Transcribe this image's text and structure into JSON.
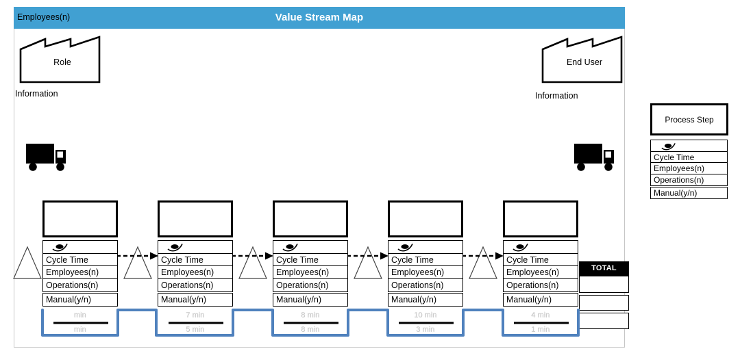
{
  "header": {
    "left_label": "Employees(n)",
    "title": "Value Stream Map"
  },
  "left_factory": {
    "label": "Role",
    "info": "Information"
  },
  "right_factory": {
    "label": "End User",
    "info": "Information"
  },
  "legend": {
    "title": "Process Step",
    "attributes": [
      "Cycle Time",
      "Employees(n)",
      "Operations(n)",
      "Manual(y/n)"
    ]
  },
  "steps": [
    {
      "name": "",
      "attributes": [
        "Cycle Time",
        "Employees(n)",
        "Operations(n)",
        "Manual(y/n)"
      ]
    },
    {
      "name": "",
      "attributes": [
        "Cycle Time",
        "Employees(n)",
        "Operations(n)",
        "Manual(y/n)"
      ]
    },
    {
      "name": "",
      "attributes": [
        "Cycle Time",
        "Employees(n)",
        "Operations(n)",
        "Manual(y/n)"
      ]
    },
    {
      "name": "",
      "attributes": [
        "Cycle Time",
        "Employees(n)",
        "Operations(n)",
        "Manual(y/n)"
      ]
    },
    {
      "name": "",
      "attributes": [
        "Cycle Time",
        "Employees(n)",
        "Operations(n)",
        "Manual(y/n)"
      ]
    }
  ],
  "total": {
    "label": "TOTAL",
    "cells": [
      "",
      "",
      ""
    ]
  },
  "timeline": {
    "segments": [
      {
        "top": "min",
        "bottom": "min"
      },
      {
        "top": "7 min",
        "bottom": "5 min"
      },
      {
        "top": "8 min",
        "bottom": "8 min"
      },
      {
        "top": "10 min",
        "bottom": "3 min"
      },
      {
        "top": "4 min",
        "bottom": "1 min"
      }
    ]
  },
  "icons": {
    "eye": "eye-icon",
    "truck": "truck-icon",
    "factory": "factory-icon",
    "inventory": "inventory-triangle-icon"
  },
  "colors": {
    "header_bg": "#41a0d2",
    "timeline_blue": "#4f81bd",
    "total_bg": "#000000",
    "shape_stroke": "#000000",
    "muted_label": "#c9c9c9"
  }
}
